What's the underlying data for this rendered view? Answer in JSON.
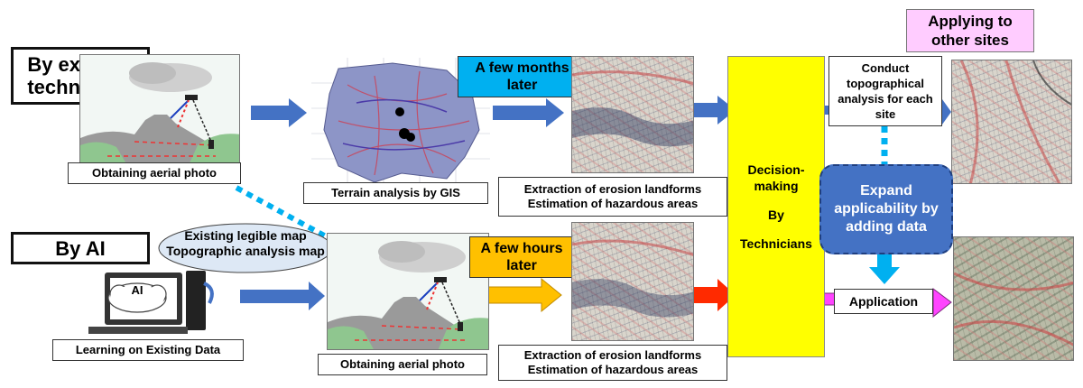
{
  "top_row": {
    "method_label": "By existing technology",
    "photo_caption": "Obtaining aerial photo",
    "gis_caption": "Terrain analysis by GIS",
    "time_label": "A few months later",
    "extraction_caption_line1": "Extraction of erosion landforms",
    "extraction_caption_line2": "Estimation of hazardous areas",
    "site_analysis_label": "Conduct topographical analysis for each site"
  },
  "bottom_row": {
    "method_label": "By AI",
    "bubble_line1": "Existing legible map",
    "bubble_line2": "Topographic analysis map",
    "ai_cloud_label": "AI",
    "learning_caption": "Learning on Existing Data",
    "photo_caption": "Obtaining aerial photo",
    "time_label": "A few hours later",
    "extraction_caption_line1": "Extraction of erosion landforms",
    "extraction_caption_line2": "Estimation of hazardous areas",
    "application_label": "Application"
  },
  "decision": {
    "line1": "Decision-",
    "line2": "making",
    "line3": "By",
    "line4": "Technicians"
  },
  "other_sites_label": "Applying to other sites",
  "expand_label": "Expand applicability by adding data",
  "colors": {
    "arrow_blue": "#4472c4",
    "arrow_orange": "#ffc000",
    "arrow_red": "#ff2a00",
    "arrow_magenta": "#ff44ff",
    "decision_yellow": "#ffff00",
    "time_blue": "#00b0f0",
    "time_orange": "#ffc000",
    "pink": "#ffccff",
    "dotted_cyan": "#00b0f0",
    "expand_blue": "#4472c4"
  }
}
